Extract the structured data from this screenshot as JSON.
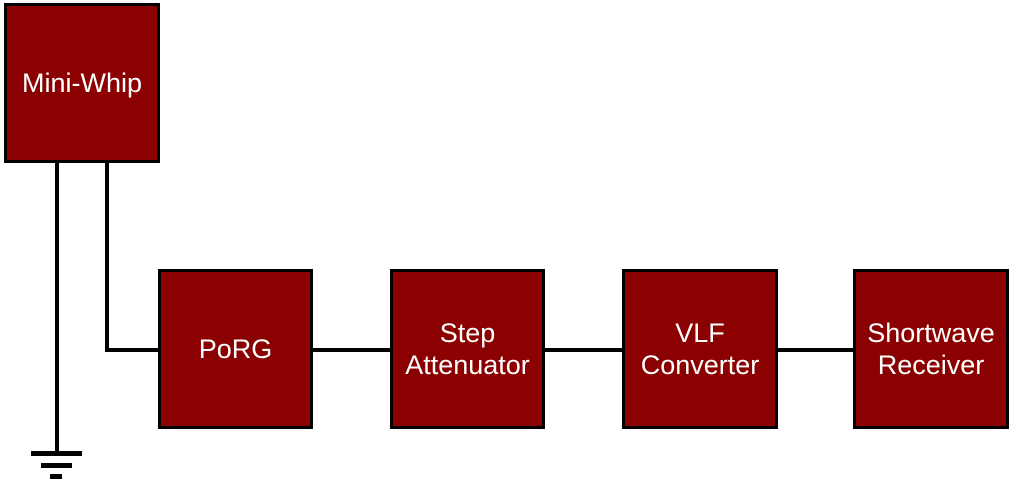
{
  "colors": {
    "block_fill": "#8b0000",
    "block_border": "#000000",
    "wire": "#000000",
    "label_text": "#ffffff",
    "background": "#ffffff"
  },
  "blocks": {
    "mini_whip": {
      "label": "Mini-Whip"
    },
    "porg": {
      "label": "PoRG"
    },
    "step_attenuator": {
      "label": "Step\nAttenuator"
    },
    "vlf_converter": {
      "label": "VLF\nConverter"
    },
    "shortwave_receiver": {
      "label": "Shortwave\nReceiver"
    }
  },
  "connections": [
    {
      "from": "Mini-Whip",
      "to": "Ground"
    },
    {
      "from": "Mini-Whip",
      "to": "PoRG"
    },
    {
      "from": "PoRG",
      "to": "Step Attenuator"
    },
    {
      "from": "Step Attenuator",
      "to": "VLF Converter"
    },
    {
      "from": "VLF Converter",
      "to": "Shortwave Receiver"
    }
  ]
}
